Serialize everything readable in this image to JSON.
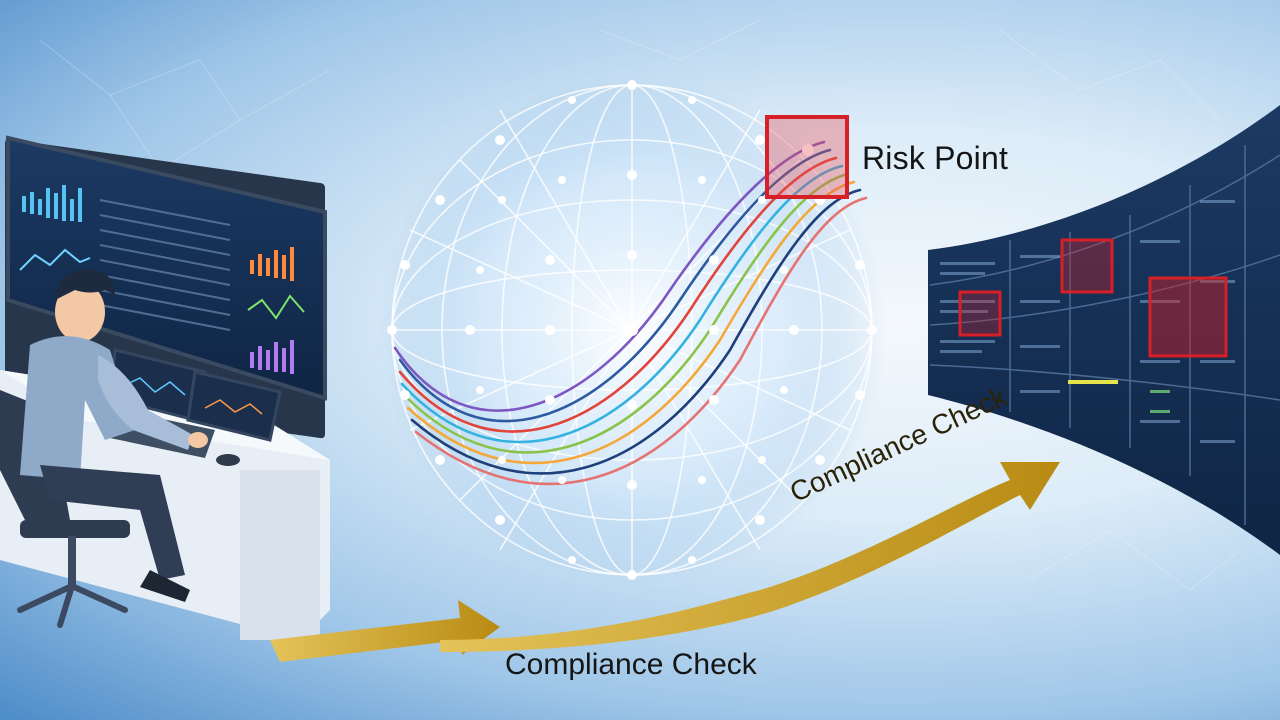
{
  "labels": {
    "risk_point": "Risk Point",
    "compliance_check_arrow": "Compliance Check",
    "compliance_check_caption": "Compliance Check"
  },
  "colors": {
    "arrow_gold": "#c9a227",
    "highlight_red": "#d61f26",
    "background_blue": "#4d8cc8",
    "node_white": "#ffffff"
  },
  "icons": {
    "analyst": "analyst-illustration",
    "globe": "network-globe-icon",
    "dashboard": "dashboard-wall-icon"
  }
}
